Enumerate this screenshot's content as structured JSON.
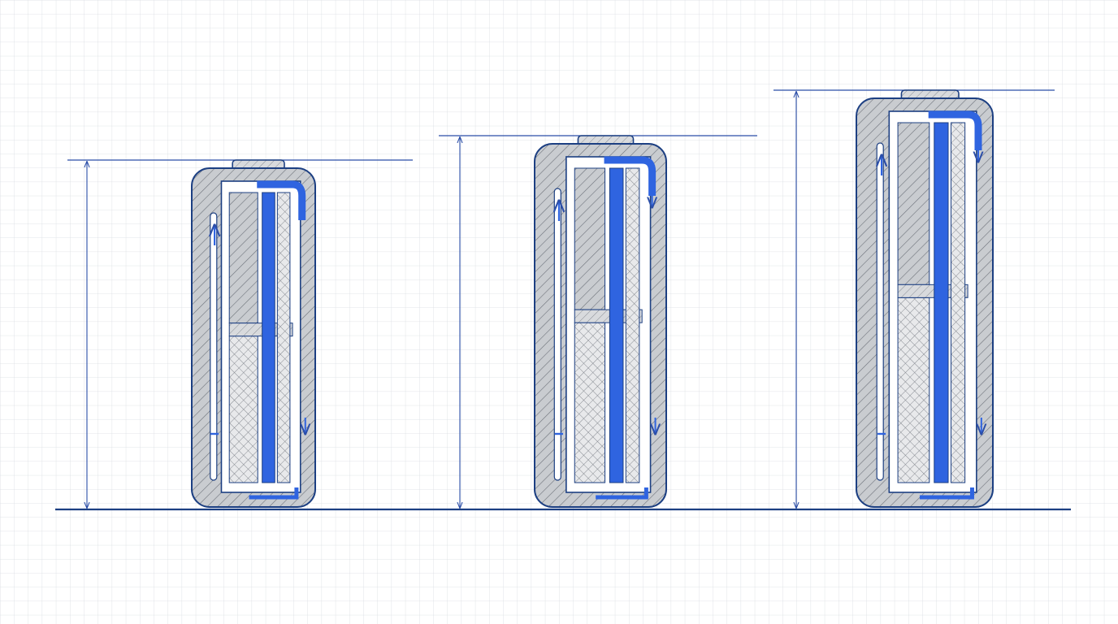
{
  "canvas": {
    "background": "#ffffff",
    "grid_color": "#cfd3d8"
  },
  "colors": {
    "outline": "#1c3f82",
    "casing": "#c9ccd0",
    "hatch": "#6e737b",
    "crosshatch": "#7d8289",
    "separator": "#2f64e0",
    "dimension": "#2b4ea8",
    "baseline": "#1c3f82"
  },
  "diagram": {
    "kind": "cross-section of three cylindrical cells of increasing height",
    "cells": [
      {
        "id": "cell-small",
        "relative_height": 0.93,
        "markings": [
          "+",
          "−"
        ],
        "flow_arrows": [
          "up",
          "down"
        ]
      },
      {
        "id": "cell-medium",
        "relative_height": 1.0,
        "markings": [
          "+",
          "−"
        ],
        "flow_arrows": [
          "up",
          "down",
          "down"
        ]
      },
      {
        "id": "cell-large",
        "relative_height": 1.11,
        "markings": [
          "+",
          "−"
        ],
        "flow_arrows": [
          "up",
          "down",
          "down"
        ]
      }
    ]
  }
}
